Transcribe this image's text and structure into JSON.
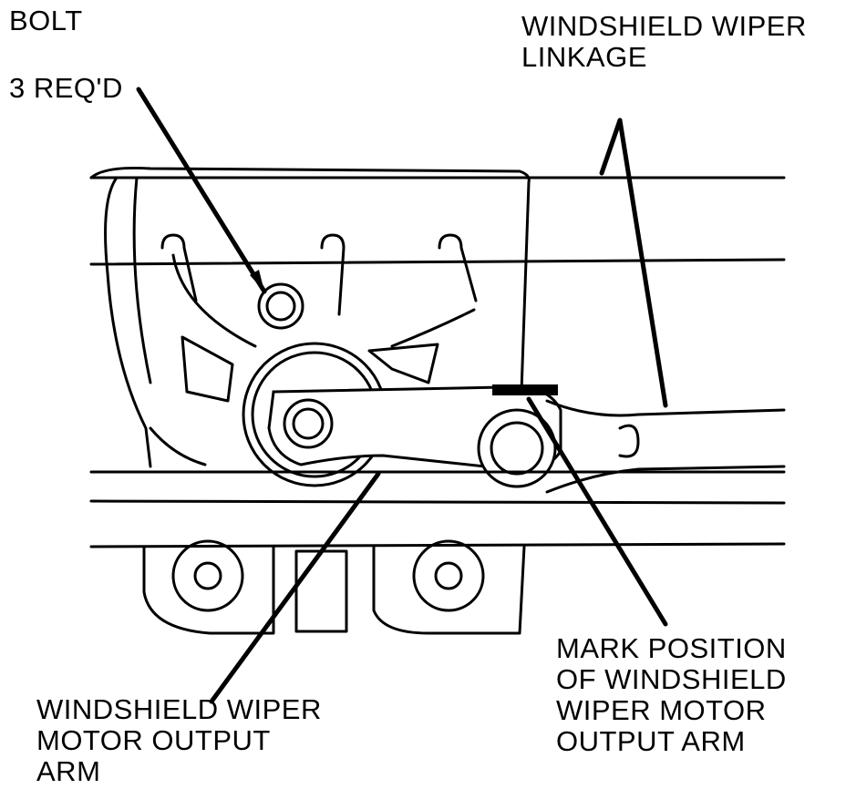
{
  "labels": {
    "bolt": "BOLT",
    "bolt_qty": "3 REQ'D",
    "linkage_line1": "WINDSHIELD WIPER",
    "linkage_line2": "LINKAGE",
    "output_arm_line1": "WINDSHIELD WIPER",
    "output_arm_line2": "MOTOR OUTPUT",
    "output_arm_line3": "ARM",
    "mark_line1": "MARK POSITION",
    "mark_line2": "OF WINDSHIELD",
    "mark_line3": "WIPER MOTOR",
    "mark_line4": "OUTPUT ARM"
  }
}
